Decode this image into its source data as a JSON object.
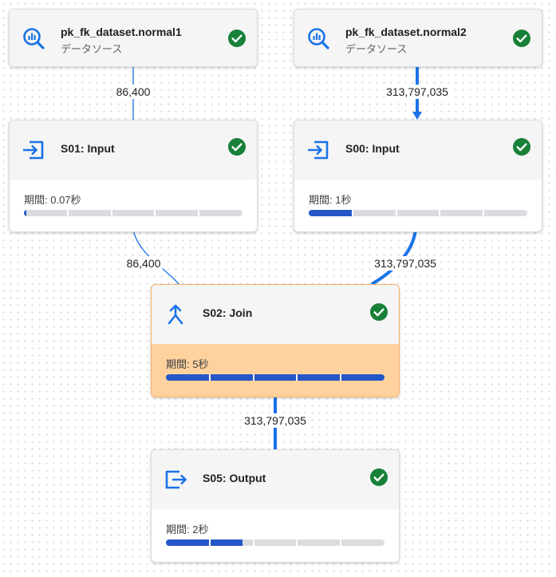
{
  "nodes": {
    "ds1": {
      "title": "pk_fk_dataset.normal1",
      "subtitle": "データソース"
    },
    "ds2": {
      "title": "pk_fk_dataset.normal2",
      "subtitle": "データソース"
    },
    "s01": {
      "title": "S01: Input",
      "duration": "期間: 0.07秒",
      "progress": 0.01
    },
    "s00": {
      "title": "S00: Input",
      "duration": "期間: 1秒",
      "progress": 0.2
    },
    "s02": {
      "title": "S02: Join",
      "duration": "期間: 5秒",
      "progress": 1.0
    },
    "s05": {
      "title": "S05: Output",
      "duration": "期間: 2秒",
      "progress": 0.35
    }
  },
  "edges": {
    "ds1_s01": "86,400",
    "ds2_s00": "313,797,035",
    "s01_s02": "86,400",
    "s00_s02": "313,797,035",
    "s02_s05": "313,797,035"
  },
  "colors": {
    "accent": "#1a73e8",
    "progress": "#2456c9",
    "success": "#188038",
    "highlight": "#ffd19c"
  },
  "icons": {
    "source": "bigquery-dataset-icon",
    "input": "input-icon",
    "join": "join-icon",
    "output": "output-icon",
    "status": "success-check-icon"
  }
}
